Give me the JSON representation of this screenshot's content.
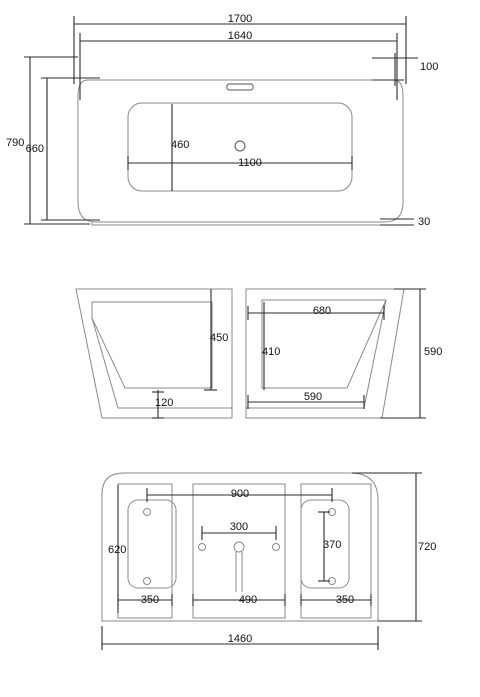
{
  "top_view": {
    "overall_length": "1700",
    "inner_length": "1640",
    "rim_width": "100",
    "overall_width": "790",
    "inner_width": "660",
    "basin_width": "460",
    "basin_length": "1100",
    "base_thickness": "30"
  },
  "side_view": {
    "inner_depth": "450",
    "drain_height": "120",
    "top_width": "680",
    "water_depth": "410",
    "bottom_width": "590",
    "overall_height": "590"
  },
  "base_view": {
    "foot_span": "900",
    "foot_height": "620",
    "center_holes": "300",
    "side_holes": "370",
    "overall_depth": "720",
    "left_foot_width": "350",
    "center_width": "490",
    "right_foot_width": "350",
    "overall_length": "1460"
  }
}
